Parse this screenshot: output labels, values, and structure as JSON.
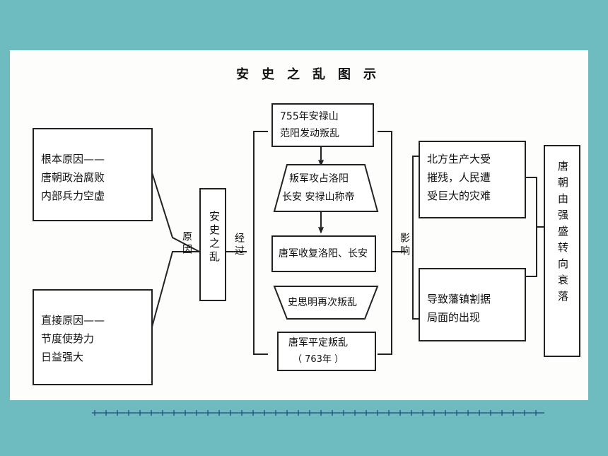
{
  "title": "安史之乱图示",
  "causes_label": "原因",
  "cause_root": [
    "根本原因——",
    "唐朝政治腐败",
    "内部兵力空虚"
  ],
  "cause_direct": [
    "直接原因——",
    "节度使势力",
    "日益强大"
  ],
  "center": "安史之乱",
  "process_label": "经过",
  "steps": [
    [
      "755年安禄山",
      "范阳发动叛乱"
    ],
    [
      "叛军攻占洛阳",
      "长安 安禄山称帝"
    ],
    [
      "唐军收复洛阳、长安"
    ],
    [
      "史思明再次叛乱"
    ],
    [
      "唐军平定叛乱",
      "（ 763年 ）"
    ]
  ],
  "impact_label": "影响",
  "impacts": [
    [
      "北方生产大受",
      "摧残，人民遭",
      "受巨大的灾难"
    ],
    [
      "导致藩镇割据",
      "局面的出现"
    ]
  ],
  "result": "唐朝由强盛转向衰落"
}
